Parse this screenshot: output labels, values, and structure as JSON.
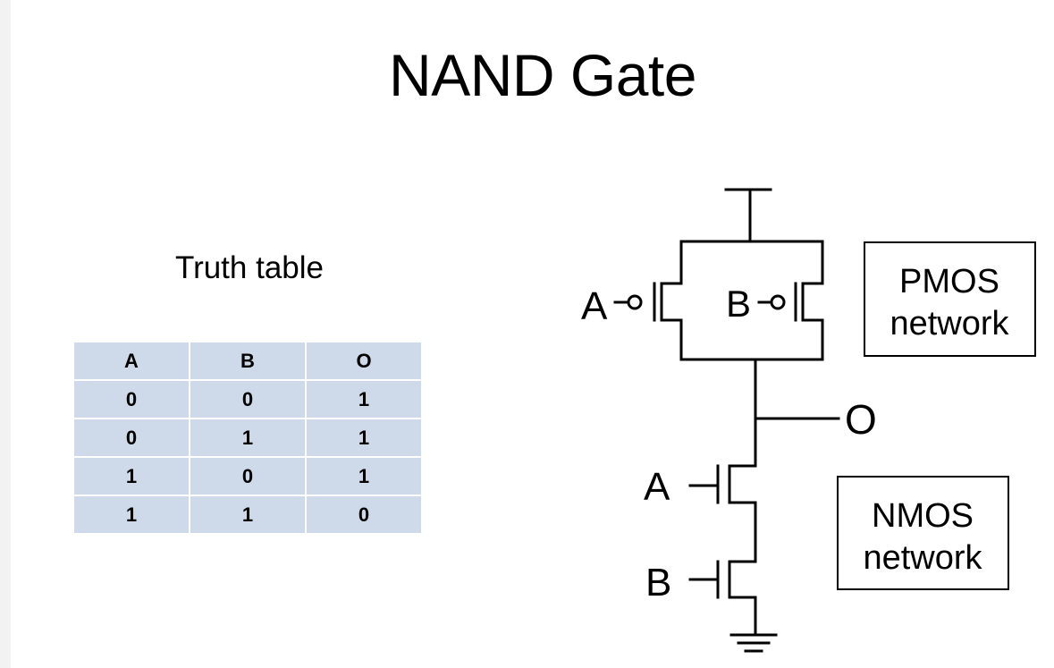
{
  "title": "NAND Gate",
  "truth_table": {
    "caption": "Truth table",
    "headers": [
      "A",
      "B",
      "O"
    ],
    "rows": [
      [
        "0",
        "0",
        "1"
      ],
      [
        "0",
        "1",
        "1"
      ],
      [
        "1",
        "0",
        "1"
      ],
      [
        "1",
        "1",
        "0"
      ]
    ],
    "cell_color": "#ced9ea"
  },
  "circuit": {
    "pmos_inputs": [
      "A",
      "B"
    ],
    "nmos_inputs": [
      "A",
      "B"
    ],
    "output_label": "O",
    "pmos_box": {
      "line1": "PMOS",
      "line2": "network"
    },
    "nmos_box": {
      "line1": "NMOS",
      "line2": "network"
    }
  }
}
